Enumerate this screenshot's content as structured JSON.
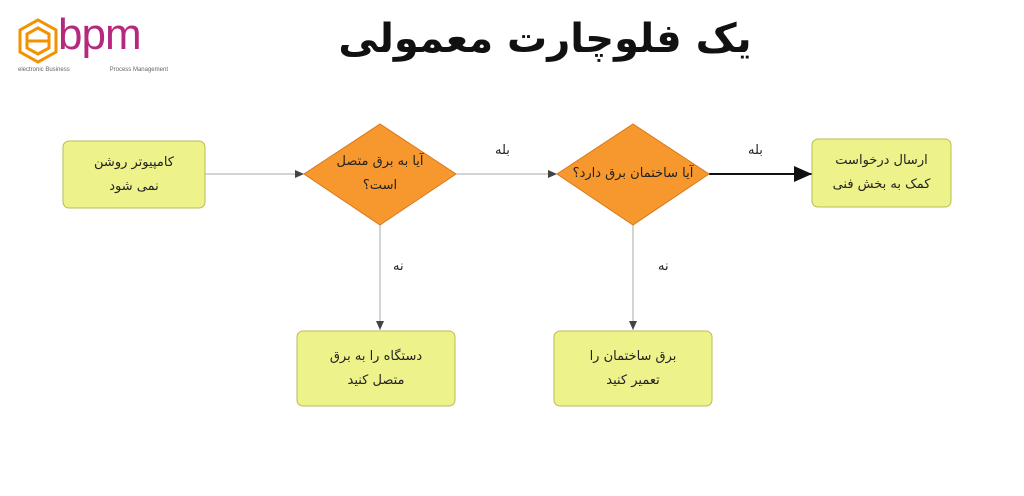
{
  "title": "یک فلوچارت معمولی",
  "logo": {
    "name": "bpm",
    "tagline_left": "electronic Business",
    "tagline_right": "Process Management",
    "color": "#b5287f",
    "mark_color": "#f39200"
  },
  "colors": {
    "process_fill": "#edf38a",
    "process_stroke": "#b8bd55",
    "decision_fill": "#f7982f",
    "decision_stroke": "#d9791a",
    "arrow": "#777777"
  },
  "nodes": {
    "start": {
      "type": "process",
      "text": "کامپیوتر روشن\nنمی شود"
    },
    "decision_plugged": {
      "type": "decision",
      "text": "آیا به برق متصل\nاست؟"
    },
    "decision_power": {
      "type": "decision",
      "text": "آیا ساختمان برق دارد؟"
    },
    "send_request": {
      "type": "process",
      "text": "ارسال درخواست\nکمک به بخش فنی"
    },
    "plug_in": {
      "type": "process",
      "text": "دستگاه را به برق\nمتصل کنید"
    },
    "repair_power": {
      "type": "process",
      "text": "برق ساختمان را\nتعمیر کنید"
    }
  },
  "edges": {
    "yes_1": "بله",
    "yes_2": "بله",
    "no_1": "نه",
    "no_2": "نه"
  }
}
